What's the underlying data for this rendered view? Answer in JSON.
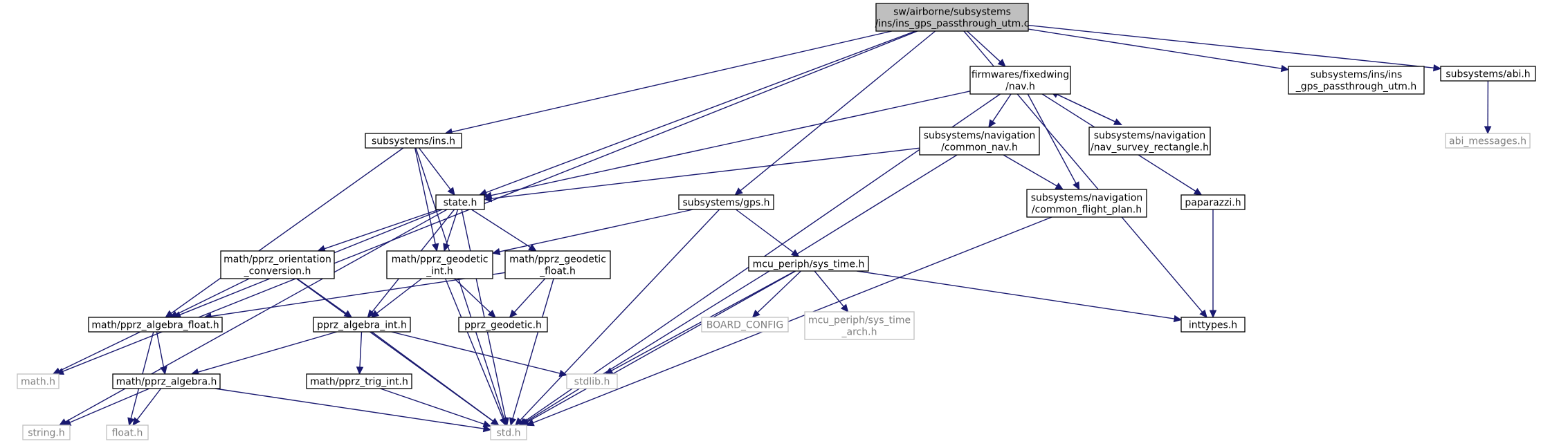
{
  "colors": {
    "edge": "#191970",
    "root_fill": "#bfbfbf",
    "node_fill": "#ffffff",
    "missing_border": "#bfbfbf",
    "missing_text": "#7f7f7f"
  },
  "nodes": [
    {
      "id": "root",
      "lines": [
        "sw/airborne/subsystems",
        "/ins/ins_gps_passthrough_utm.c"
      ],
      "kind": "root"
    },
    {
      "id": "math_h",
      "lines": [
        "math.h"
      ],
      "kind": "missing"
    },
    {
      "id": "ins_h",
      "lines": [
        "subsystems/ins.h"
      ],
      "kind": "normal"
    },
    {
      "id": "state_h",
      "lines": [
        "state.h"
      ],
      "kind": "normal"
    },
    {
      "id": "gps_h",
      "lines": [
        "subsystems/gps.h"
      ],
      "kind": "normal"
    },
    {
      "id": "nav_h",
      "lines": [
        "firmwares/fixedwing",
        "/nav.h"
      ],
      "kind": "normal"
    },
    {
      "id": "inttypes_h",
      "lines": [
        "inttypes.h"
      ],
      "kind": "normal"
    },
    {
      "id": "ins_utm_h",
      "lines": [
        "subsystems/ins/ins",
        "_gps_passthrough_utm.h"
      ],
      "kind": "normal"
    },
    {
      "id": "abi_h",
      "lines": [
        "subsystems/abi.h"
      ],
      "kind": "normal"
    },
    {
      "id": "abi_msgs_h",
      "lines": [
        "abi_messages.h"
      ],
      "kind": "missing"
    },
    {
      "id": "common_nav_h",
      "lines": [
        "subsystems/navigation",
        "/common_nav.h"
      ],
      "kind": "normal"
    },
    {
      "id": "survey_rect_h",
      "lines": [
        "subsystems/navigation",
        "/nav_survey_rectangle.h"
      ],
      "kind": "normal"
    },
    {
      "id": "common_fp_h",
      "lines": [
        "subsystems/navigation",
        "/common_flight_plan.h"
      ],
      "kind": "normal"
    },
    {
      "id": "paparazzi_h",
      "lines": [
        "paparazzi.h"
      ],
      "kind": "normal"
    },
    {
      "id": "orient_conv_h",
      "lines": [
        "math/pprz_orientation",
        "_conversion.h"
      ],
      "kind": "normal"
    },
    {
      "id": "geo_int_h",
      "lines": [
        "math/pprz_geodetic",
        "_int.h"
      ],
      "kind": "normal"
    },
    {
      "id": "geo_float_h",
      "lines": [
        "math/pprz_geodetic",
        "_float.h"
      ],
      "kind": "normal"
    },
    {
      "id": "sys_time_h",
      "lines": [
        "mcu_periph/sys_time.h"
      ],
      "kind": "normal"
    },
    {
      "id": "alg_float_h",
      "lines": [
        "math/pprz_algebra_float.h"
      ],
      "kind": "normal"
    },
    {
      "id": "alg_int_h",
      "lines": [
        "pprz_algebra_int.h"
      ],
      "kind": "normal"
    },
    {
      "id": "pprz_geodetic_h",
      "lines": [
        "pprz_geodetic.h"
      ],
      "kind": "normal"
    },
    {
      "id": "board_config",
      "lines": [
        "BOARD_CONFIG"
      ],
      "kind": "missing"
    },
    {
      "id": "sys_time_arch_h",
      "lines": [
        "mcu_periph/sys_time",
        "_arch.h"
      ],
      "kind": "missing"
    },
    {
      "id": "alg_h",
      "lines": [
        "math/pprz_algebra.h"
      ],
      "kind": "normal"
    },
    {
      "id": "trig_int_h",
      "lines": [
        "math/pprz_trig_int.h"
      ],
      "kind": "normal"
    },
    {
      "id": "stdlib_h",
      "lines": [
        "stdlib.h"
      ],
      "kind": "missing"
    },
    {
      "id": "string_h",
      "lines": [
        "string.h"
      ],
      "kind": "missing"
    },
    {
      "id": "float_h",
      "lines": [
        "float.h"
      ],
      "kind": "missing"
    },
    {
      "id": "std_h",
      "lines": [
        "std.h"
      ],
      "kind": "missing"
    }
  ],
  "edges": [
    [
      "root",
      "math_h"
    ],
    [
      "root",
      "ins_h"
    ],
    [
      "root",
      "state_h"
    ],
    [
      "root",
      "gps_h"
    ],
    [
      "root",
      "nav_h"
    ],
    [
      "root",
      "inttypes_h"
    ],
    [
      "root",
      "ins_utm_h"
    ],
    [
      "root",
      "abi_h"
    ],
    [
      "abi_h",
      "abi_msgs_h"
    ],
    [
      "nav_h",
      "state_h"
    ],
    [
      "nav_h",
      "common_nav_h"
    ],
    [
      "nav_h",
      "survey_rect_h"
    ],
    [
      "nav_h",
      "common_fp_h"
    ],
    [
      "nav_h",
      "paparazzi_h"
    ],
    [
      "nav_h",
      "std_h"
    ],
    [
      "survey_rect_h",
      "nav_h"
    ],
    [
      "ins_h",
      "state_h"
    ],
    [
      "ins_h",
      "geo_int_h"
    ],
    [
      "ins_h",
      "alg_float_h"
    ],
    [
      "ins_h",
      "std_h"
    ],
    [
      "common_nav_h",
      "state_h"
    ],
    [
      "common_nav_h",
      "common_fp_h"
    ],
    [
      "common_nav_h",
      "std_h"
    ],
    [
      "common_fp_h",
      "std_h"
    ],
    [
      "paparazzi_h",
      "inttypes_h"
    ],
    [
      "gps_h",
      "geo_int_h"
    ],
    [
      "gps_h",
      "sys_time_h"
    ],
    [
      "gps_h",
      "std_h"
    ],
    [
      "state_h",
      "orient_conv_h"
    ],
    [
      "state_h",
      "geo_int_h"
    ],
    [
      "state_h",
      "geo_float_h"
    ],
    [
      "state_h",
      "alg_float_h"
    ],
    [
      "state_h",
      "alg_int_h"
    ],
    [
      "state_h",
      "string_h"
    ],
    [
      "state_h",
      "std_h"
    ],
    [
      "orient_conv_h",
      "alg_float_h"
    ],
    [
      "orient_conv_h",
      "alg_int_h"
    ],
    [
      "orient_conv_h",
      "std_h"
    ],
    [
      "geo_int_h",
      "alg_int_h"
    ],
    [
      "geo_int_h",
      "pprz_geodetic_h"
    ],
    [
      "geo_int_h",
      "std_h"
    ],
    [
      "geo_float_h",
      "alg_float_h"
    ],
    [
      "geo_float_h",
      "pprz_geodetic_h"
    ],
    [
      "geo_float_h",
      "std_h"
    ],
    [
      "sys_time_h",
      "board_config"
    ],
    [
      "sys_time_h",
      "sys_time_arch_h"
    ],
    [
      "sys_time_h",
      "inttypes_h"
    ],
    [
      "sys_time_h",
      "stdlib_h"
    ],
    [
      "sys_time_h",
      "std_h"
    ],
    [
      "alg_float_h",
      "math_h"
    ],
    [
      "alg_float_h",
      "alg_h"
    ],
    [
      "alg_float_h",
      "float_h"
    ],
    [
      "alg_int_h",
      "alg_h"
    ],
    [
      "alg_int_h",
      "trig_int_h"
    ],
    [
      "alg_int_h",
      "stdlib_h"
    ],
    [
      "alg_int_h",
      "std_h"
    ],
    [
      "alg_h",
      "string_h"
    ],
    [
      "alg_h",
      "float_h"
    ],
    [
      "alg_h",
      "std_h"
    ],
    [
      "trig_int_h",
      "std_h"
    ]
  ]
}
